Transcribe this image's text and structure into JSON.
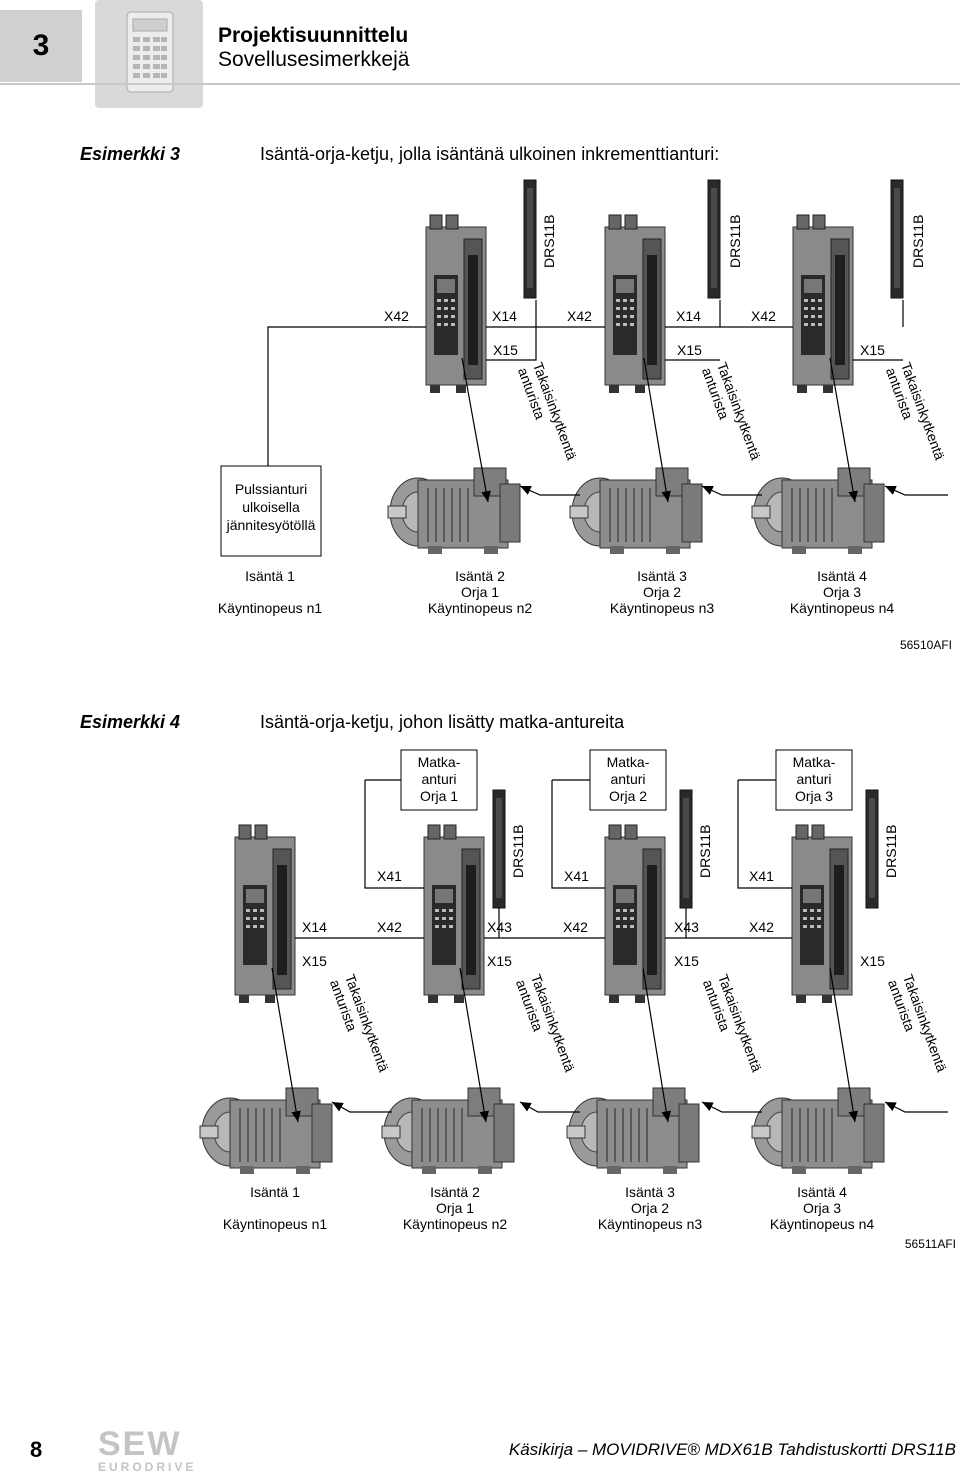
{
  "header": {
    "chapter": "3",
    "title": "Projektisuunnittelu",
    "subtitle": "Sovellusesimerkkejä",
    "icon": "calculator-icon"
  },
  "example3": {
    "label": "Esimerkki 3",
    "description": "Isäntä-orja-ketju, jolla isäntänä ulkoinen inkrementtianturi:",
    "encoder_label": [
      "Pulssianturi",
      "ulkoisella",
      "jännitesyötöllä"
    ],
    "connectors_row1": [
      "X42",
      "X14",
      "X42",
      "X14",
      "X42"
    ],
    "x15": [
      "X15",
      "X15",
      "X15"
    ],
    "drs": [
      "DRS11B",
      "DRS11B",
      "DRS11B"
    ],
    "feedback": [
      "Takaisinkytkentä",
      "anturista"
    ],
    "captions": [
      {
        "a": "Isäntä 1",
        "b": "",
        "c": "Käyntinopeus n1"
      },
      {
        "a": "Isäntä 2",
        "b": "Orja 1",
        "c": "Käyntinopeus n2"
      },
      {
        "a": "Isäntä 3",
        "b": "Orja 2",
        "c": "Käyntinopeus n3"
      },
      {
        "a": "Isäntä 4",
        "b": "Orja 3",
        "c": "Käyntinopeus n4"
      }
    ],
    "code": "56510AFI"
  },
  "example4": {
    "label": "Esimerkki 4",
    "description": "Isäntä-orja-ketju, johon lisätty matka-antureita",
    "travel_encoders": [
      [
        "Matka-",
        "anturi",
        "Orja 1"
      ],
      [
        "Matka-",
        "anturi",
        "Orja 2"
      ],
      [
        "Matka-",
        "anturi",
        "Orja 3"
      ]
    ],
    "x41": [
      "X41",
      "X41",
      "X41"
    ],
    "drs": [
      "DRS11B",
      "DRS11B",
      "DRS11B"
    ],
    "connectors_row": [
      "X14",
      "X42",
      "X43",
      "X42",
      "X43",
      "X42"
    ],
    "x15": [
      "X15",
      "X15",
      "X15",
      "X15"
    ],
    "feedback": [
      "Takaisinkytkentä",
      "anturista"
    ],
    "captions": [
      {
        "a": "Isäntä 1",
        "b": "",
        "c": "Käyntinopeus n1"
      },
      {
        "a": "Isäntä 2",
        "b": "Orja 1",
        "c": "Käyntinopeus n2"
      },
      {
        "a": "Isäntä 3",
        "b": "Orja 2",
        "c": "Käyntinopeus n3"
      },
      {
        "a": "Isäntä 4",
        "b": "Orja 3",
        "c": "Käyntinopeus n4"
      }
    ],
    "code": "56511AFI"
  },
  "footer": {
    "page": "8",
    "logo": [
      "SEW",
      "EURODRIVE"
    ],
    "text": "Käsikirja – MOVIDRIVE® MDX61B Tahdistuskortti DRS11B"
  }
}
